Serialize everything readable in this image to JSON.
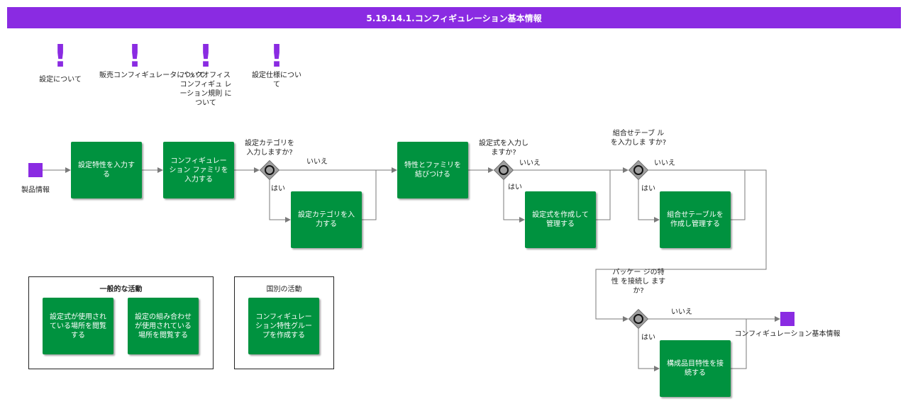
{
  "header": {
    "title": "5.19.14.1.コンフィギュレーション基本情報"
  },
  "notes": [
    {
      "label": "設定について"
    },
    {
      "label": "販売コンフィギュレータについて"
    },
    {
      "label": "バックオフィス コンフィギュ レーション規則 について"
    },
    {
      "label": "設定仕様につい て"
    }
  ],
  "start_event": {
    "label": "製品情報"
  },
  "end_event": {
    "label": "コンフィギュレーション基本情報"
  },
  "tasks": {
    "enter_attributes": "設定特性を入力す る",
    "enter_family": "コンフィギュレー ション ファミリを 入力する",
    "enter_category": "設定カテゴリを入 力する",
    "link_family": "特性とファミリを 結びつける",
    "create_formula": "設定式を作成して 管理する",
    "create_table": "組合せテーブルを 作成し管理する",
    "link_bom": "構成品目特性を接 続する",
    "view_formula_usage": "設定式が使用され ている場所を閲覧 する",
    "view_combo_usage": "設定の組み合わせ が使用されている 場所を閲覧する",
    "create_group": "コンフィギュレー ション特性グルー プを作成する"
  },
  "gateways": {
    "category": {
      "question": "設定カテゴリを 入力しますか?",
      "no": "いいえ",
      "yes": "はい"
    },
    "formula": {
      "question": "設定式を入力し ますか?",
      "no": "いいえ",
      "yes": "はい"
    },
    "table": {
      "question": "組合せテーブ ルを入力しま すか?",
      "no": "いいえ",
      "yes": "はい"
    },
    "package": {
      "question": "パッケー ジの特性 を接続し ますか?",
      "no": "いいえ",
      "yes": "はい"
    }
  },
  "groups": {
    "common": {
      "title": "一般的な活動"
    },
    "country": {
      "title": "国別の活動"
    }
  },
  "colors": {
    "header": "#8a2be2",
    "task": "#00923f",
    "event": "#8a2be2",
    "gateway": "#a0a0a0",
    "connector": "#7a7a7a"
  }
}
